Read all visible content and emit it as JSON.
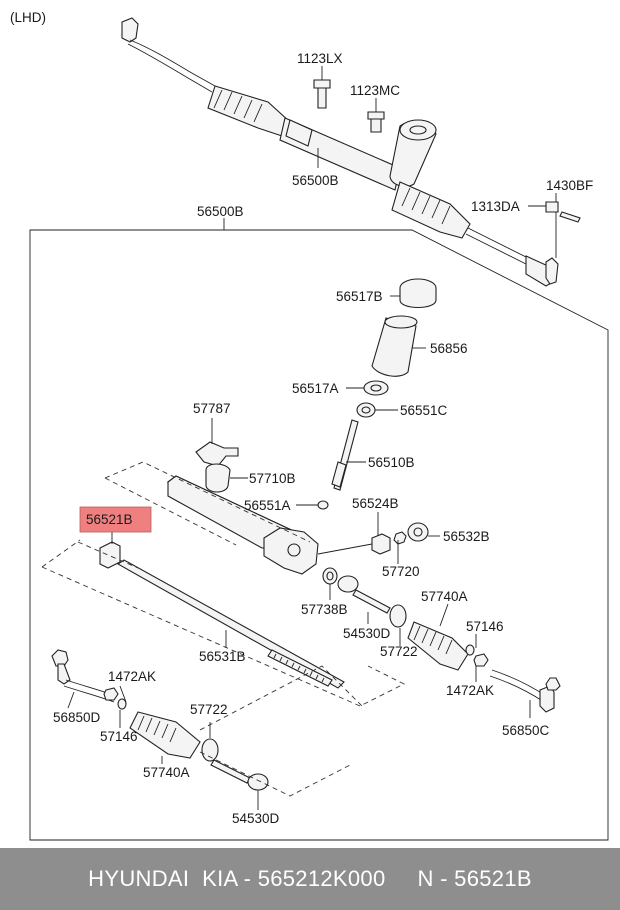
{
  "drive_side": "(LHD)",
  "highlight_color": "#f08080",
  "labels": {
    "p1123LX": "1123LX",
    "p1123MC": "1123MC",
    "p56500B_top": "56500B",
    "p1430BF": "1430BF",
    "p1313DA": "1313DA",
    "p56500B_box": "56500B",
    "p56517B": "56517B",
    "p56856": "56856",
    "p56517A": "56517A",
    "p56551C": "56551C",
    "p57787": "57787",
    "p56510B": "56510B",
    "p57710B": "57710B",
    "p56551A": "56551A",
    "p56524B": "56524B",
    "p56521B": "56521B",
    "p56532B": "56532B",
    "p57720": "57720",
    "p57738B": "57738B",
    "p57740A_r": "57740A",
    "p54530D_r": "54530D",
    "p57146_r": "57146",
    "p57722_r": "57722",
    "p56531B": "56531B",
    "p1472AK_l": "1472AK",
    "p1472AK_r": "1472AK",
    "p56850D": "56850D",
    "p57146_l": "57146",
    "p57722_l": "57722",
    "p56850C": "56850C",
    "p57740A_l": "57740A",
    "p54530D_l": "54530D"
  },
  "footer": "HYUNDAI  KIA - 565212K000     N - 56521B"
}
